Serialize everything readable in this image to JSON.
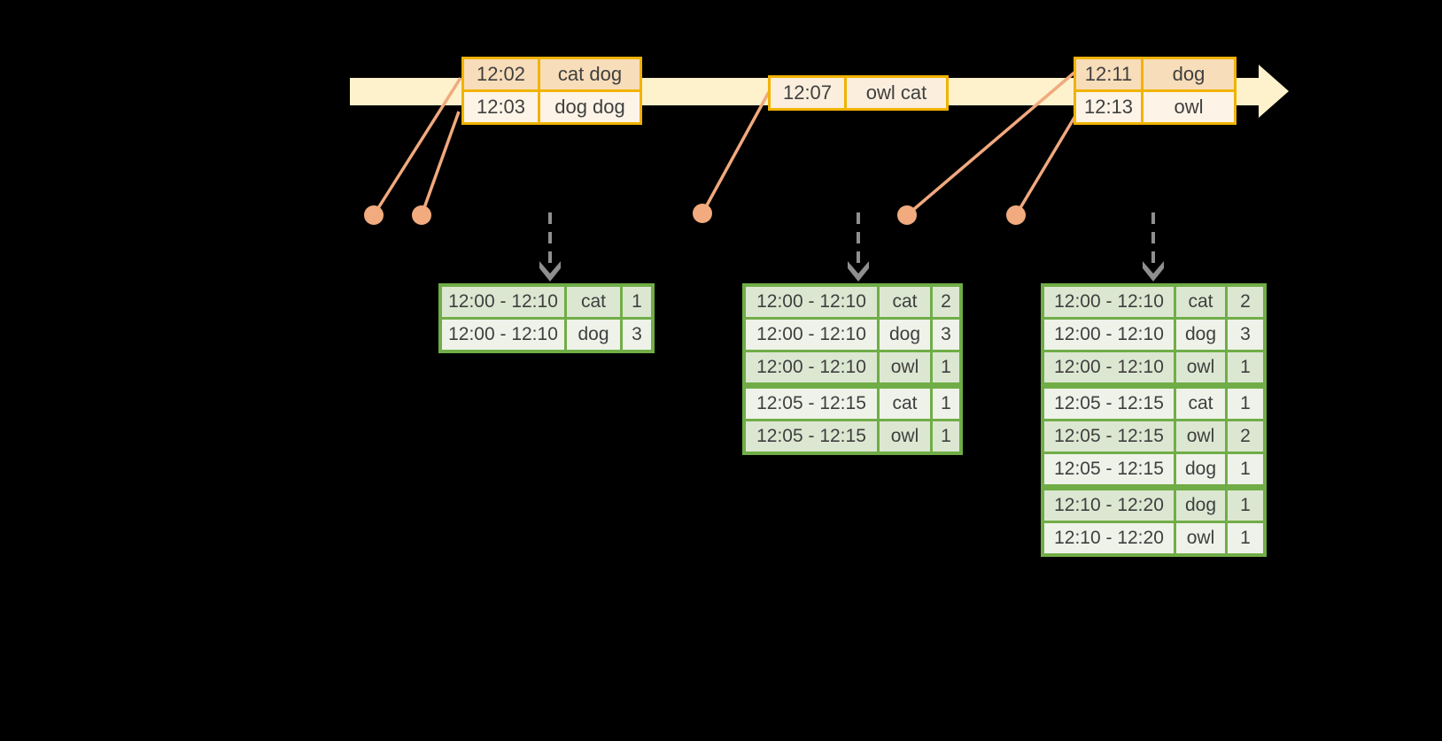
{
  "diagram": {
    "background": "#000000",
    "timeline": {
      "description": "event-time timeline arrow",
      "color": "#fdf2cc"
    },
    "colors": {
      "orange_border": "#f1b300",
      "orange_row_dark": "#f8ddba",
      "orange_row_light": "#fdf4e7",
      "orange_row_mid": "#fbeedd",
      "green_border": "#70ad47",
      "green_row_dark": "#dce7d2",
      "green_row_light": "#eef2e9",
      "salmon_connector": "#f1a97d",
      "gray_arrow": "#8f8f8f",
      "text": "#3f3f3f"
    },
    "event_tables": [
      {
        "rows": [
          {
            "time": "12:02",
            "words": "cat dog"
          },
          {
            "time": "12:03",
            "words": "dog dog"
          }
        ]
      },
      {
        "rows": [
          {
            "time": "12:07",
            "words": "owl cat"
          }
        ]
      },
      {
        "rows": [
          {
            "time": "12:11",
            "words": "dog"
          },
          {
            "time": "12:13",
            "words": "owl"
          }
        ]
      }
    ],
    "result_tables": [
      {
        "rows": [
          {
            "window": "12:00 - 12:10",
            "word": "cat",
            "count": "1"
          },
          {
            "window": "12:00 - 12:10",
            "word": "dog",
            "count": "3"
          }
        ]
      },
      {
        "rows": [
          {
            "window": "12:00 - 12:10",
            "word": "cat",
            "count": "2"
          },
          {
            "window": "12:00 - 12:10",
            "word": "dog",
            "count": "3"
          },
          {
            "window": "12:00 - 12:10",
            "word": "owl",
            "count": "1"
          },
          {
            "window": "12:05 - 12:15",
            "word": "cat",
            "count": "1"
          },
          {
            "window": "12:05 - 12:15",
            "word": "owl",
            "count": "1"
          }
        ]
      },
      {
        "rows": [
          {
            "window": "12:00 - 12:10",
            "word": "cat",
            "count": "2"
          },
          {
            "window": "12:00 - 12:10",
            "word": "dog",
            "count": "3"
          },
          {
            "window": "12:00 - 12:10",
            "word": "owl",
            "count": "1"
          },
          {
            "window": "12:05 - 12:15",
            "word": "cat",
            "count": "1"
          },
          {
            "window": "12:05 - 12:15",
            "word": "owl",
            "count": "2"
          },
          {
            "window": "12:05 - 12:15",
            "word": "dog",
            "count": "1"
          },
          {
            "window": "12:10 - 12:20",
            "word": "dog",
            "count": "1"
          },
          {
            "window": "12:10 - 12:20",
            "word": "owl",
            "count": "1"
          }
        ]
      }
    ]
  }
}
